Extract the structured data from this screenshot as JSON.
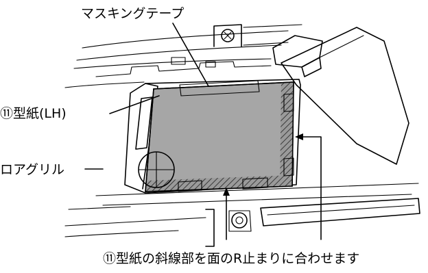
{
  "labels": {
    "masking_tape": "マスキングテープ",
    "template_lh": "⑪型紙(LH)",
    "lower_grille": "ロアグリル",
    "instruction": "⑪型紙の斜線部を面のR止まりに合わせます"
  }
}
